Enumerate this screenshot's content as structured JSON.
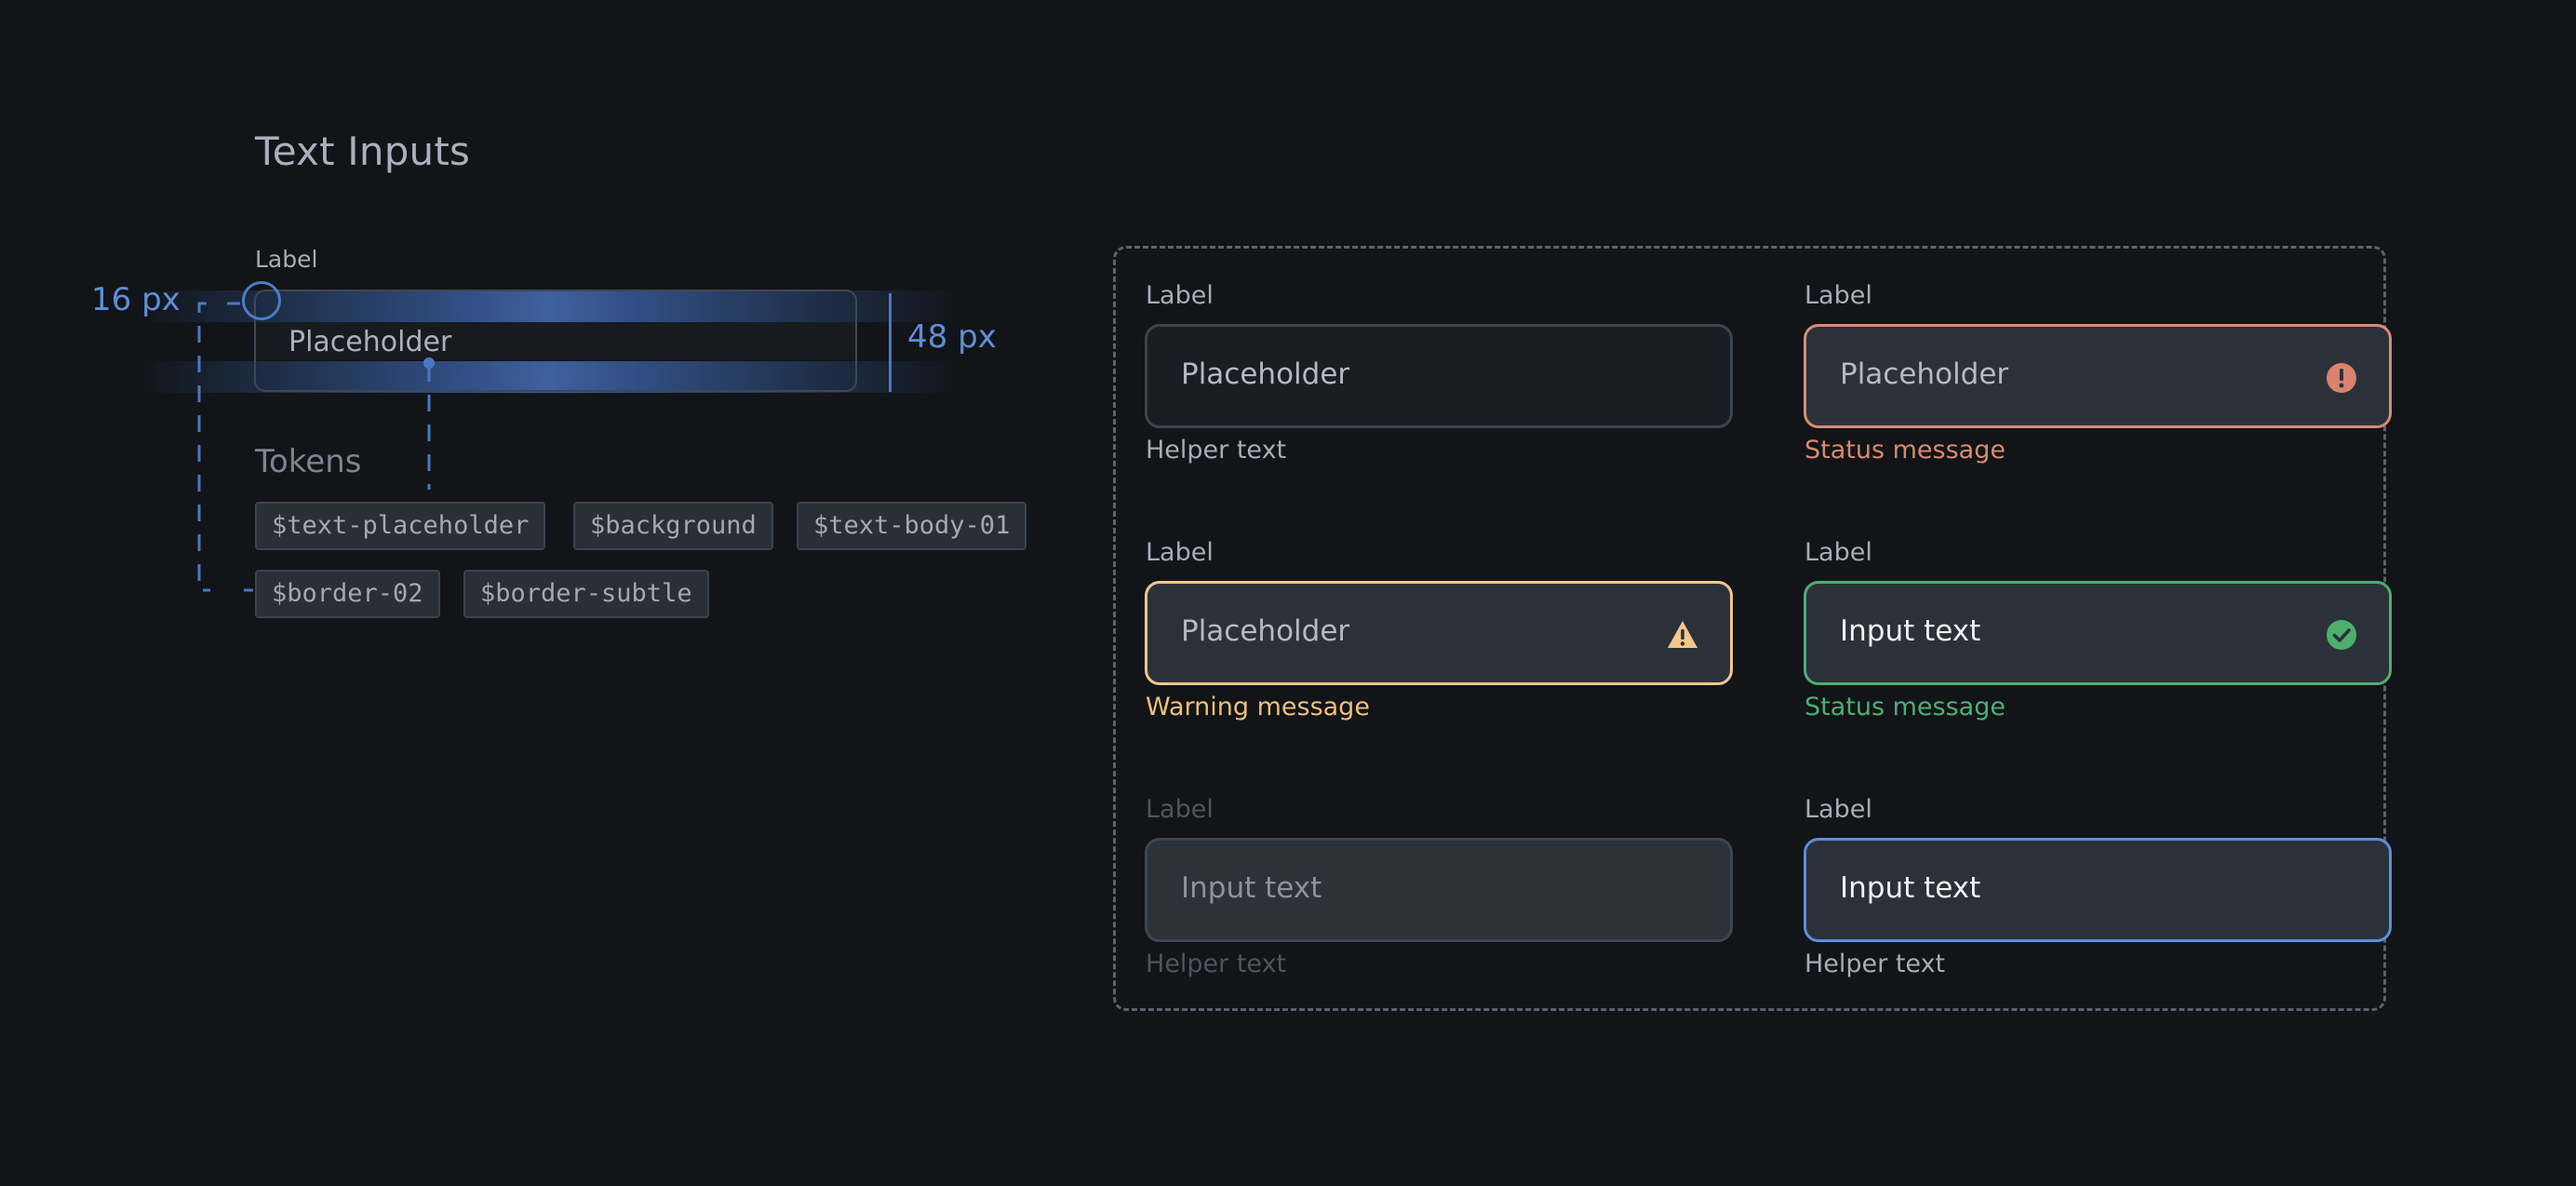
{
  "page": {
    "title": "Text Inputs"
  },
  "anatomy": {
    "label": "Label",
    "placeholder": "Placeholder",
    "padding_measure": "16 px",
    "height_measure": "48 px",
    "tokens_title": "Tokens",
    "tokens": [
      "$text-placeholder",
      "$background",
      "$text-body-01",
      "$border-02",
      "$border-subtle"
    ]
  },
  "states": [
    {
      "label": "Label",
      "text": "Placeholder",
      "helper": "Helper text",
      "state": "default",
      "icon": null
    },
    {
      "label": "Label",
      "text": "Placeholder",
      "helper": "Status message",
      "state": "error",
      "icon": "error-icon"
    },
    {
      "label": "Label",
      "text": "Placeholder",
      "helper": "Warning message",
      "state": "warning",
      "icon": "warning-icon"
    },
    {
      "label": "Label",
      "text": "Input text",
      "helper": "Status message",
      "state": "success",
      "icon": "checkmark-icon"
    },
    {
      "label": "Label",
      "text": "Input text",
      "helper": "Helper text",
      "state": "disabled",
      "icon": null
    },
    {
      "label": "Label",
      "text": "Input text",
      "helper": "Helper text",
      "state": "focus",
      "icon": null
    }
  ],
  "colors": {
    "background": "#121418",
    "accent": "#5b8fdb",
    "error": "#d78c73",
    "warning": "#f2c78a",
    "success": "#4caf6e"
  }
}
